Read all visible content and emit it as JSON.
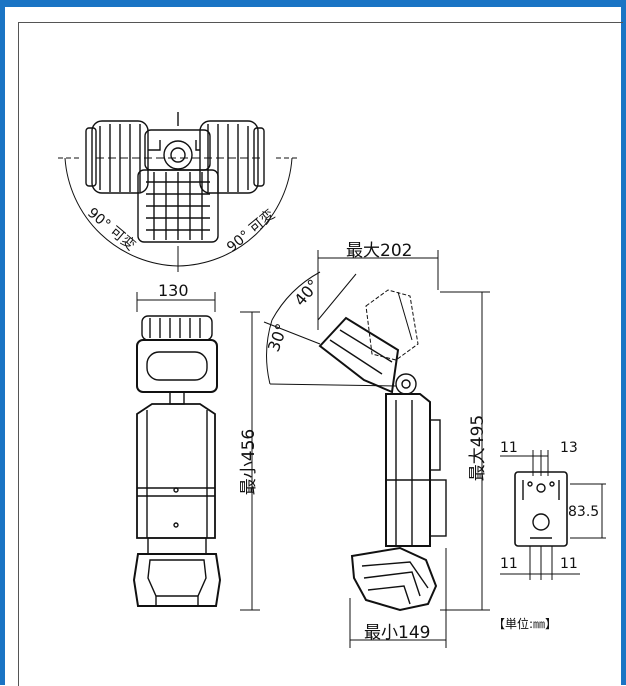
{
  "colors": {
    "frame": "#1a74c4",
    "ink": "#111111"
  },
  "top_view": {
    "left_angle": "90° 可変",
    "right_angle": "90° 可変"
  },
  "front_view": {
    "width": "130",
    "height": "最小456"
  },
  "side_view": {
    "width_max": "最大202",
    "height_max": "最大495",
    "angle_upper": "40°",
    "angle_lower": "30°",
    "width_min": "最小149"
  },
  "bracket": {
    "top_left": "11",
    "top_right": "13",
    "height": "83.5",
    "bottom_left": "11",
    "bottom_right": "11"
  },
  "unit_note": "【単位:㎜】"
}
